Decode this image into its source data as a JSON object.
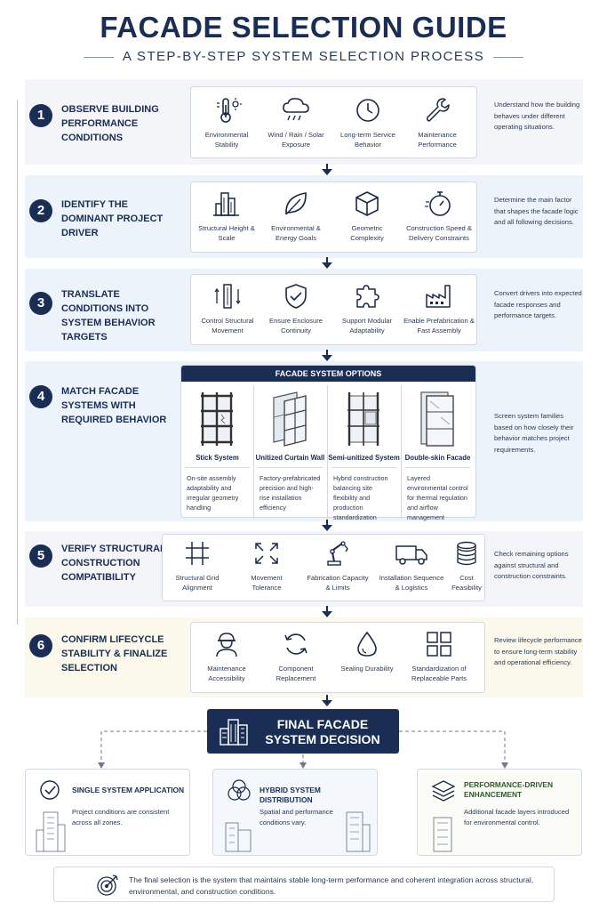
{
  "header": {
    "title": "FACADE SELECTION GUIDE",
    "subtitle": "A STEP-BY-STEP SYSTEM SELECTION PROCESS"
  },
  "colors": {
    "navy": "#1a2e55",
    "band_blue": "#edf3fa",
    "band_grey": "#f3f5f8",
    "band_cream": "#fbf8ec",
    "green_title": "#2f5a2a"
  },
  "steps": [
    {
      "number": "1",
      "title": "OBSERVE BUILDING PERFORMANCE CONDITIONS",
      "items": [
        {
          "label": "Environmental Stability",
          "icon": "thermometer-sun-icon"
        },
        {
          "label": "Wind / Rain / Solar Exposure",
          "icon": "cloud-rain-icon"
        },
        {
          "label": "Long-term Service Behavior",
          "icon": "clock-icon"
        },
        {
          "label": "Maintenance Performance",
          "icon": "wrench-icon"
        }
      ],
      "description": "Understand how the building behaves under different operating situations."
    },
    {
      "number": "2",
      "title": "IDENTIFY THE DOMINANT PROJECT DRIVER",
      "items": [
        {
          "label": "Structural Height & Scale",
          "icon": "skyscraper-icon"
        },
        {
          "label": "Environmental & Energy Goals",
          "icon": "leaf-icon"
        },
        {
          "label": "Geometric Complexity",
          "icon": "cube-icon"
        },
        {
          "label": "Construction Speed & Delivery Constraints",
          "icon": "stopwatch-icon"
        }
      ],
      "description": "Determine the main factor that shapes the facade logic and all following decisions."
    },
    {
      "number": "3",
      "title": "TRANSLATE CONDITIONS INTO SYSTEM BEHAVIOR TARGETS",
      "items": [
        {
          "label": "Control Structural Movement",
          "icon": "tower-arrows-icon"
        },
        {
          "label": "Ensure Enclosure Continuity",
          "icon": "shield-check-icon"
        },
        {
          "label": "Support Modular Adaptability",
          "icon": "puzzle-icon"
        },
        {
          "label": "Enable Prefabrication & Fast Assembly",
          "icon": "factory-icon"
        }
      ],
      "description": "Convert drivers into expected facade responses and performance targets."
    },
    {
      "number": "4",
      "title": "MATCH FACADE SYSTEMS WITH REQUIRED BEHAVIOR",
      "options_title": "FACADE SYSTEM OPTIONS",
      "options": [
        {
          "name": "Stick System",
          "description": "On-site assembly adaptability and irregular geometry handling",
          "icon": "stick-system-icon"
        },
        {
          "name": "Unitized Curtain Wall",
          "description": "Factory-prefabricated precision and high-rise installation efficiency",
          "icon": "unitized-panel-icon"
        },
        {
          "name": "Semi-unitized System",
          "description": "Hybrid construction balancing site flexibility and production standardization",
          "icon": "semi-unitized-icon"
        },
        {
          "name": "Double-skin Facade",
          "description": "Layered environmental control for thermal regulation and airflow management",
          "icon": "double-skin-icon"
        }
      ],
      "description": "Screen system families based on how closely their behavior matches project requirements."
    },
    {
      "number": "5",
      "title": "VERIFY STRUCTURAL & CONSTRUCTION COMPATIBILITY",
      "items": [
        {
          "label": "Structural Grid Alignment",
          "icon": "grid-icon"
        },
        {
          "label": "Movement Tolerance",
          "icon": "expand-arrows-icon"
        },
        {
          "label": "Fabrication Capacity & Limits",
          "icon": "robot-arm-icon"
        },
        {
          "label": "Installation Sequence & Logistics",
          "icon": "truck-icon"
        },
        {
          "label": "Cost Feasibility",
          "icon": "coins-icon"
        }
      ],
      "description": "Check remaining options against structural and construction constraints."
    },
    {
      "number": "6",
      "title": "CONFIRM LIFECYCLE STABILITY & FINALIZE SELECTION",
      "items": [
        {
          "label": "Maintenance Accessibility",
          "icon": "worker-helmet-icon"
        },
        {
          "label": "Component Replacement",
          "icon": "refresh-icon"
        },
        {
          "label": "Sealing Durability",
          "icon": "drop-icon"
        },
        {
          "label": "Standardization of Replaceable Parts",
          "icon": "modules-icon"
        }
      ],
      "description": "Review lifecycle performance to ensure long-term stability and operational efficiency."
    }
  ],
  "final": {
    "title": "FINAL FACADE SYSTEM DECISION",
    "icon": "buildings-icon"
  },
  "outcomes": [
    {
      "title": "SINGLE SYSTEM APPLICATION",
      "description": "Project conditions are consistent across all zones.",
      "icon": "check-circle-icon"
    },
    {
      "title": "HYBRID SYSTEM DISTRIBUTION",
      "description": "Spatial and performance conditions vary.",
      "icon": "venn-icon"
    },
    {
      "title": "PERFORMANCE-DRIVEN ENHANCEMENT",
      "description": "Additional facade layers introduced for environmental control.",
      "icon": "layers-icon"
    }
  ],
  "summary": {
    "text": "The final selection is the system that maintains stable long-term performance and coherent integration across structural, environmental, and construction conditions.",
    "icon": "target-icon"
  }
}
